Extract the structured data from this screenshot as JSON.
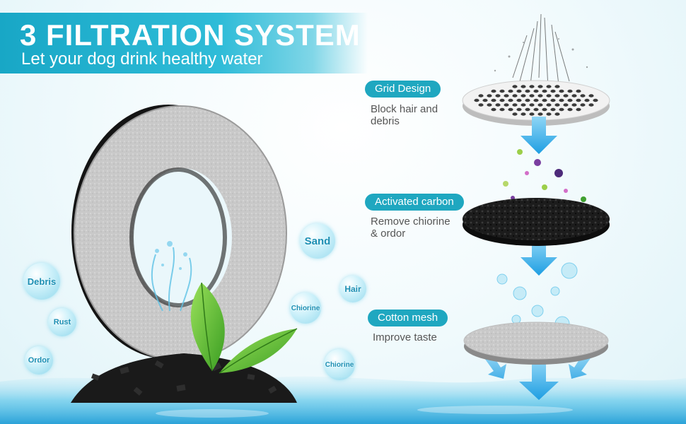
{
  "header": {
    "title": "3 FILTRATION SYSTEM",
    "subtitle": "Let your dog drink healthy water"
  },
  "layers": [
    {
      "label": "Grid Design",
      "description_line1": "Block hair and",
      "description_line2": "debris"
    },
    {
      "label": "Activated carbon",
      "description_line1": "Remove chiorine",
      "description_line2": "& ordor"
    },
    {
      "label": "Cotton mesh",
      "description_line1": "Improve taste",
      "description_line2": ""
    }
  ],
  "bubbles": [
    "Debris",
    "Rust",
    "Ordor",
    "Sand",
    "Hair",
    "Chiorine",
    "Chiorine"
  ],
  "colors": {
    "accent": "#1fa7c0",
    "banner": "#2fbcd8",
    "arrow": "#27a9e6",
    "leaf": "#4fb82f"
  }
}
